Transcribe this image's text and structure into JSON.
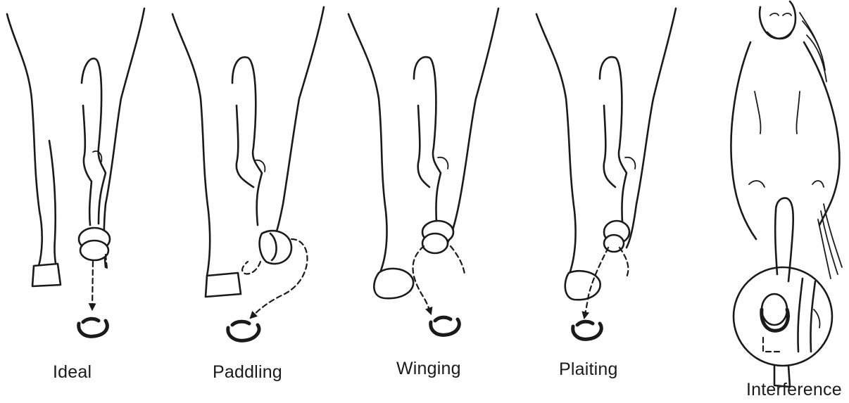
{
  "gaits": [
    {
      "id": "ideal",
      "label": "Ideal"
    },
    {
      "id": "paddling",
      "label": "Paddling"
    },
    {
      "id": "winging",
      "label": "Winging"
    },
    {
      "id": "plaiting",
      "label": "Plaiting"
    },
    {
      "id": "interference",
      "label": "Interference"
    }
  ],
  "colors": {
    "ink": "#1a1a1a",
    "background": "#ffffff"
  }
}
